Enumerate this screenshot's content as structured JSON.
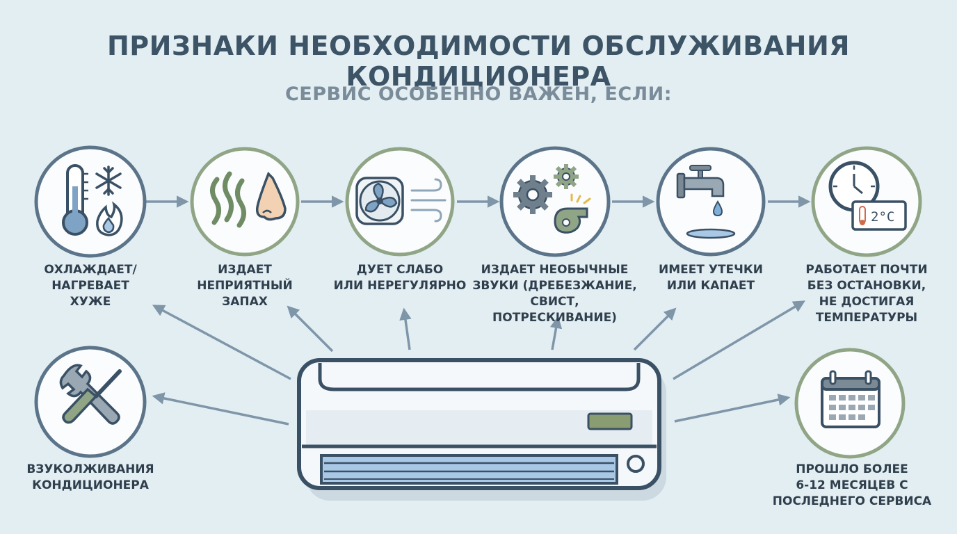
{
  "title": "ПРИЗНАКИ НЕОБХОДИМОСТИ ОБСЛУЖИВАНИЯ КОНДИЦИОНЕРА",
  "subtitle": "СЕРВИС ОСОБЕННО ВАЖЕН, ЕСЛИ:",
  "signs": [
    {
      "label": "ОХЛАЖДАЕТ/\nНАГРЕВАЕТ\nХУЖЕ",
      "icon": "thermometer-snowflake-flame-icon"
    },
    {
      "label": "ИЗДАЕТ\nНЕПРИЯТНЫЙ\nЗАПАХ",
      "icon": "odor-nose-icon"
    },
    {
      "label": "ДУЕТ СЛАБО\nИЛИ НЕРЕГУЛЯРНО",
      "icon": "fan-airflow-icon"
    },
    {
      "label": "ИЗДАЕТ НЕОБЫЧНЫЕ\nЗВУКИ (ДРЕБЕЗЖАНИЕ,\nСВИСТ, ПОТРЕСКИВАНИЕ)",
      "icon": "gears-whistle-icon"
    },
    {
      "label": "ИМЕЕТ УТЕЧКИ\nИЛИ КАПАЕТ",
      "icon": "dripping-faucet-icon"
    },
    {
      "label": "РАБОТАЕТ ПОЧТИ\nБЕЗ ОСТАНОВКИ,\nНЕ ДОСТИГАЯ\nТЕМПЕРАТУРЫ",
      "icon": "clock-thermostat-icon"
    },
    {
      "label": "ВЗУКОЛЖИВАНИЯ\nКОНДИЦИОНЕРА",
      "icon": "wrench-screwdriver-icon"
    },
    {
      "label": "ПРОШЛО БОЛЕЕ\n6-12 МЕСЯЦЕВ С\nПОСЛЕДНЕГО СЕРВИСА",
      "icon": "calendar-icon"
    }
  ],
  "thermostat_display": "2°C",
  "colors": {
    "background": "#e3eef2",
    "circle_border_blue": "#5b7489",
    "circle_border_green": "#8fa585",
    "arrow": "#7f96a9",
    "text": "#2f3f4d"
  }
}
